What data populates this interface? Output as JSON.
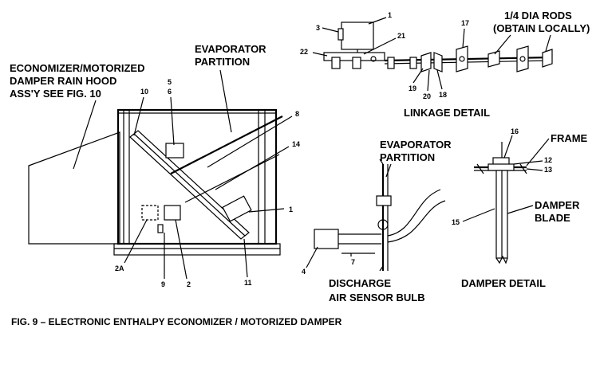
{
  "figure": {
    "caption": "FIG. 9 – ELECTRONIC ENTHALPY ECONOMIZER / MOTORIZED DAMPER"
  },
  "labels": {
    "rain_hood_1": "ECONOMIZER/MOTORIZED",
    "rain_hood_2": "DAMPER RAIN HOOD",
    "rain_hood_3": "ASS'Y SEE FIG. 10",
    "evap_partition_main_1": "EVAPORATOR",
    "evap_partition_main_2": "PARTITION",
    "rods_1": "1/4 DIA RODS",
    "rods_2": "(OBTAIN LOCALLY)",
    "linkage_detail": "LINKAGE DETAIL",
    "evap_partition_sensor_1": "EVAPORATOR",
    "evap_partition_sensor_2": "PARTITION",
    "discharge_1": "DISCHARGE",
    "discharge_2": "AIR SENSOR BULB",
    "frame": "FRAME",
    "damper_blade_1": "DAMPER",
    "damper_blade_2": "BLADE",
    "damper_detail": "DAMPER DETAIL"
  },
  "callouts": {
    "n1_top": "1",
    "n3": "3",
    "n21": "21",
    "n22": "22",
    "n17": "17",
    "n19": "19",
    "n20": "20",
    "n18": "18",
    "n10": "10",
    "n5": "5",
    "n6": "6",
    "n8": "8",
    "n14": "14",
    "n1_main": "1",
    "n2A": "2A",
    "n9": "9",
    "n2": "2",
    "n11": "11",
    "n4": "4",
    "n7": "7",
    "n16": "16",
    "n12": "12",
    "n13": "13",
    "n15": "15"
  }
}
